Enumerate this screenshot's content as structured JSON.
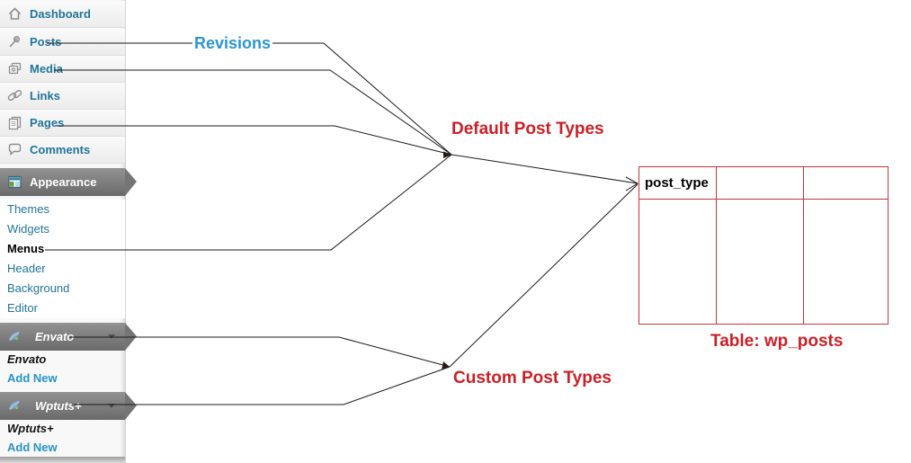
{
  "sidebar": {
    "items": [
      {
        "label": "Dashboard",
        "icon": "house-icon"
      },
      {
        "label": "Posts",
        "icon": "pushpin-icon"
      },
      {
        "label": "Media",
        "icon": "media-icon"
      },
      {
        "label": "Links",
        "icon": "links-icon"
      },
      {
        "label": "Pages",
        "icon": "pages-icon"
      },
      {
        "label": "Comments",
        "icon": "comments-icon"
      }
    ],
    "appearance": {
      "label": "Appearance",
      "items": [
        "Themes",
        "Widgets",
        "Menus",
        "Header",
        "Background",
        "Editor"
      ],
      "current_item": "Menus"
    },
    "plugins": [
      {
        "label": "Envato",
        "items": [
          "Envato",
          "Add New"
        ]
      },
      {
        "label": "Wptuts+",
        "items": [
          "Wptuts+",
          "Add New"
        ]
      }
    ]
  },
  "annotations": {
    "revisions": "Revisions",
    "default_post_types": "Default Post Types",
    "custom_post_types": "Custom Post Types"
  },
  "table": {
    "header_cell": "post_type",
    "caption": "Table: wp_posts",
    "columns": 3
  },
  "colors": {
    "annotation_red": "#CB2026",
    "annotation_blue": "#2B96D1",
    "sidebar_link_blue": "#21759B",
    "add_new_blue": "#2793C9",
    "table_border_red": "#C5353B",
    "wire_black": "#1a1a1a"
  }
}
